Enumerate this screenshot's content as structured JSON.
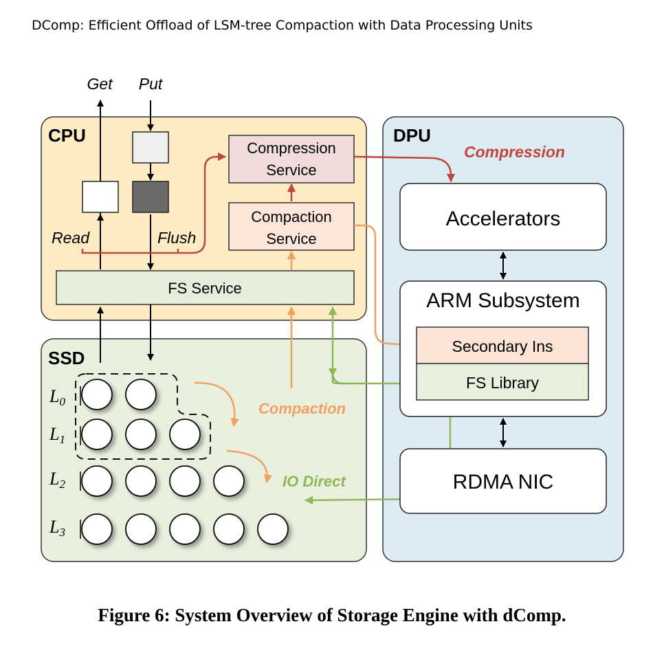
{
  "header": {
    "running_title": "DComp: Efficient Offload of LSM-tree Compaction with Data Processing Units"
  },
  "caption": "Figure 6: System Overview of Storage Engine with dComp.",
  "diagram": {
    "io": {
      "get": "Get",
      "put": "Put",
      "read": "Read",
      "flush": "Flush"
    },
    "cpu": {
      "title": "CPU",
      "compression_service": [
        "Compression",
        "Service"
      ],
      "compaction_service": [
        "Compaction",
        "Service"
      ],
      "fs_service": "FS Service"
    },
    "dpu": {
      "title": "DPU",
      "accelerators": "Accelerators",
      "arm_subsystem": "ARM Subsystem",
      "secondary_ins": "Secondary Ins",
      "fs_library": "FS Library",
      "rdma_nic": "RDMA NIC"
    },
    "ssd": {
      "title": "SSD",
      "levels": [
        {
          "name": "L",
          "sub": "0",
          "sst_count": 2
        },
        {
          "name": "L",
          "sub": "1",
          "sst_count": 3
        },
        {
          "name": "L",
          "sub": "2",
          "sst_count": 4
        },
        {
          "name": "L",
          "sub": "3",
          "sst_count": 5
        }
      ]
    },
    "flows": {
      "compression": "Compression",
      "compaction": "Compaction",
      "io_direct": "IO Direct"
    },
    "colors": {
      "cpu_bg": "#fdebc4",
      "ssd_bg": "#e9f0de",
      "dpu_bg": "#dcebf4",
      "compression_box": "#f1dcdc",
      "compaction_box": "#fbe6d9",
      "fs_service_box": "#e5eedb",
      "secondary_box": "#fbe4d6",
      "fs_library_box": "#e6f0da",
      "red_arrow": "#c0463b",
      "orange_arrow": "#f0a060",
      "green_arrow": "#8db85a",
      "dark_block": "#6b6b6b",
      "light_block": "#efefef"
    }
  }
}
